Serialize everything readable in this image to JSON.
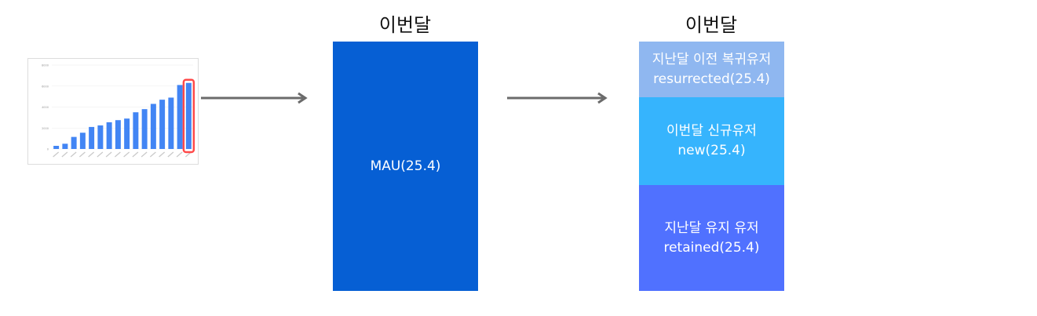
{
  "titles": {
    "middle": "이번달",
    "right": "이번달"
  },
  "mau_box": {
    "label": "MAU(25.4)",
    "color": "#065fd4"
  },
  "segments": [
    {
      "line1": "지난달 이전 복귀유저",
      "line2": "resurrected(25.4)",
      "color": "#8fb7f0"
    },
    {
      "line1": "이번달 신규유저",
      "line2": "new(25.4)",
      "color": "#36b4fd"
    },
    {
      "line1": "지난달 유지 유저",
      "line2": "retained(25.4)",
      "color": "#5071ff"
    }
  ],
  "thumbnail_chart": {
    "chart_data": {
      "type": "bar",
      "values": [
        300,
        500,
        1150,
        1550,
        2100,
        2250,
        2550,
        2750,
        2900,
        3500,
        3800,
        4300,
        4700,
        4900,
        6100,
        6300
      ],
      "ylim": [
        0,
        8000
      ],
      "yticks": [
        0,
        2000,
        4000,
        6000,
        8000
      ],
      "highlighted_index": 15,
      "highlight_color": "#ff4a4a",
      "bar_color": "#4285f4"
    }
  },
  "arrow_color": "#6b6b6b"
}
